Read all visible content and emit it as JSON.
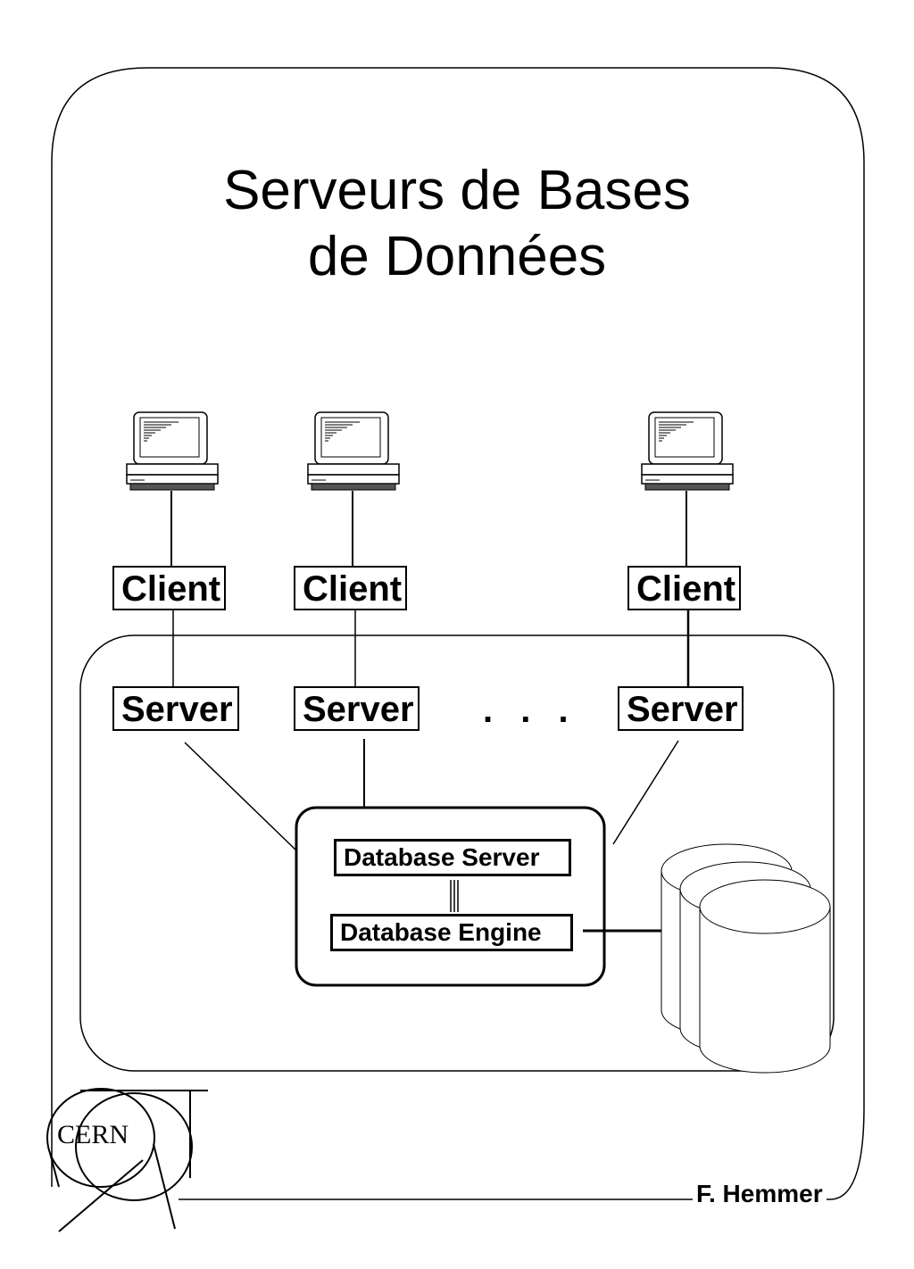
{
  "title": {
    "line1": "Serveurs de Bases",
    "line2": "de Données"
  },
  "clients": {
    "client1": "Client",
    "client2": "Client",
    "client3": "Client"
  },
  "servers": {
    "server1": "Server",
    "server2": "Server",
    "server3": "Server",
    "ellipsis": ". . ."
  },
  "database": {
    "server_label": "Database Server",
    "engine_label": "Database Engine"
  },
  "logo": {
    "text": "CERN"
  },
  "author": "F. Hemmer"
}
